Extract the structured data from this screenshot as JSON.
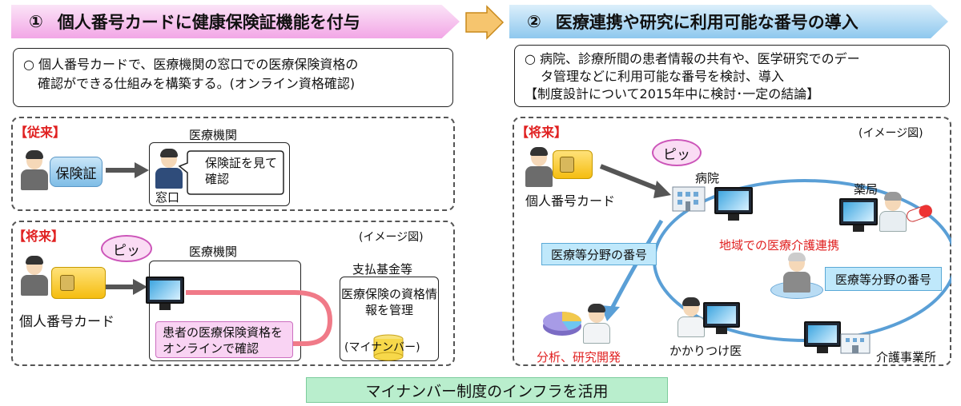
{
  "headers": {
    "left": {
      "number": "①",
      "title": "個人番号カードに健康保険証機能を付与"
    },
    "right": {
      "number": "②",
      "title": "医療連携や研究に利用可能な番号の導入"
    }
  },
  "left_desc": {
    "line1": "○ 個人番号カードで、医療機関の窓口での医療保険資格の",
    "line2": "確認ができる仕組みを構築する。(オンライン資格確認)"
  },
  "right_desc": {
    "line1": "○ 病院、診療所間の患者情報の共有や、医学研究でのデー",
    "line2": "タ管理などに利用可能な番号を検討、導入",
    "line3": "【制度設計について2015年中に検討･一定の結論】"
  },
  "conventional": {
    "tag": "【従来】",
    "insurance_card": "保険証",
    "institution": "医療機関",
    "bubble": "保険証を見て確認",
    "counter": "窓口"
  },
  "future_left": {
    "tag": "【将来】",
    "image_note": "(イメージ図)",
    "beep": "ピッ",
    "institution": "医療機関",
    "card_label": "個人番号カード",
    "online_check": "患者の医療保険資格をオンラインで確認",
    "fund": "支払基金等",
    "fund_box": "医療保険の資格情報を管理",
    "my_number": "(マイナンバー)"
  },
  "future_right": {
    "tag": "【将来】",
    "image_note": "(イメージ図)",
    "beep": "ピッ",
    "card_label": "個人番号カード",
    "hospital": "病院",
    "pharmacy": "薬局",
    "regional": "地域での医療介護連携",
    "medical_number_1": "医療等分野の番号",
    "medical_number_2": "医療等分野の番号",
    "family_doctor": "かかりつけ医",
    "care_office": "介護事業所",
    "research": "分析、研究開発"
  },
  "bottom_banner": "マイナンバー制度のインフラを活用",
  "colors": {
    "left_header": "#f2a6e6",
    "right_header": "#8ec8ee",
    "red_text": "#e02020",
    "banner": "#b9eecd",
    "card": "#f5bd10"
  }
}
